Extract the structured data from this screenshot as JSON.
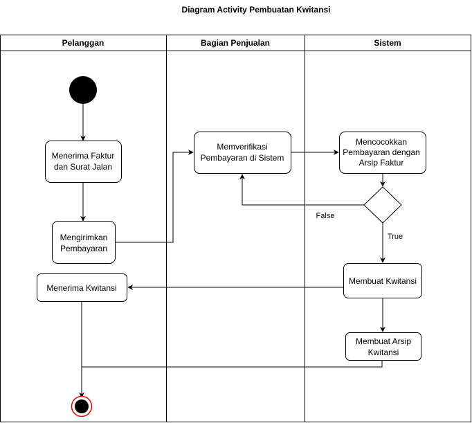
{
  "title": "Diagram Activity Pembuatan Kwitansi",
  "lanes": [
    {
      "label": "Pelanggan"
    },
    {
      "label": "Bagian Penjualan"
    },
    {
      "label": "Sistem"
    }
  ],
  "nodes": {
    "terima_faktur": [
      "Menerima Faktur",
      "dan Surat Jalan"
    ],
    "kirim_pembayaran": [
      "Mengirimkan",
      "Pembayaran"
    ],
    "terima_kwitansi": [
      "Menerima Kwitansi"
    ],
    "verifikasi": [
      "Memverifikasi",
      "Pembayaran di Sistem"
    ],
    "cocokkan": [
      "Mencocokkan",
      "Pembayaran dengan",
      "Arsip Faktur"
    ],
    "buat_kwitansi": [
      "Membuat Kwitansi"
    ],
    "arsip_kwitansi": [
      "Membuat Arsip",
      "Kwitansi"
    ]
  },
  "edge_labels": {
    "false": "False",
    "true": "True"
  },
  "colors": {
    "line": "#000000",
    "end_ring": "#e60000",
    "fill": "#ffffff",
    "node_fill": "#000000"
  }
}
